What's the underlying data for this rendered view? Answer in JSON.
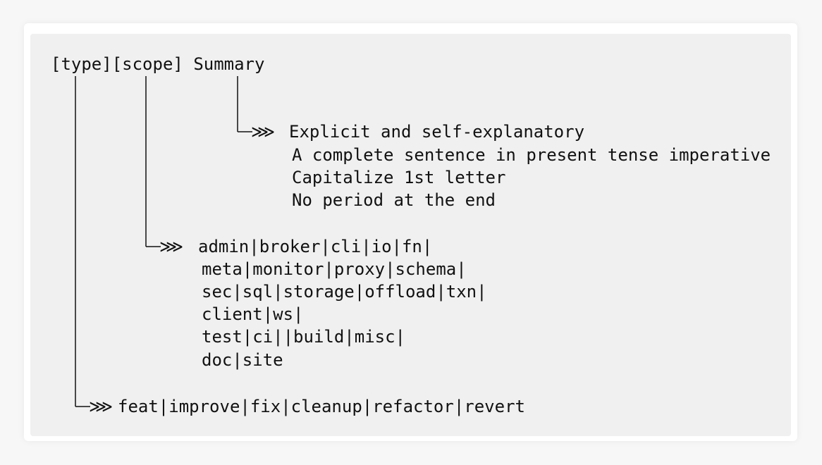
{
  "header": {
    "type": "[type]",
    "scope": "[scope]",
    "summary": "Summary"
  },
  "summary_rules": [
    "Explicit and self-explanatory",
    "A complete sentence in present tense imperative",
    "Capitalize 1st letter",
    "No period at the end"
  ],
  "scope_values": [
    "admin|broker|cli|io|fn|",
    "meta|monitor|proxy|schema|",
    "sec|sql|storage|offload|txn|",
    "client|ws|",
    "test|ci||build|misc|",
    "doc|site"
  ],
  "type_values": "feat|improve|fix|cleanup|refactor|revert",
  "arrow_glyph": "⋙"
}
